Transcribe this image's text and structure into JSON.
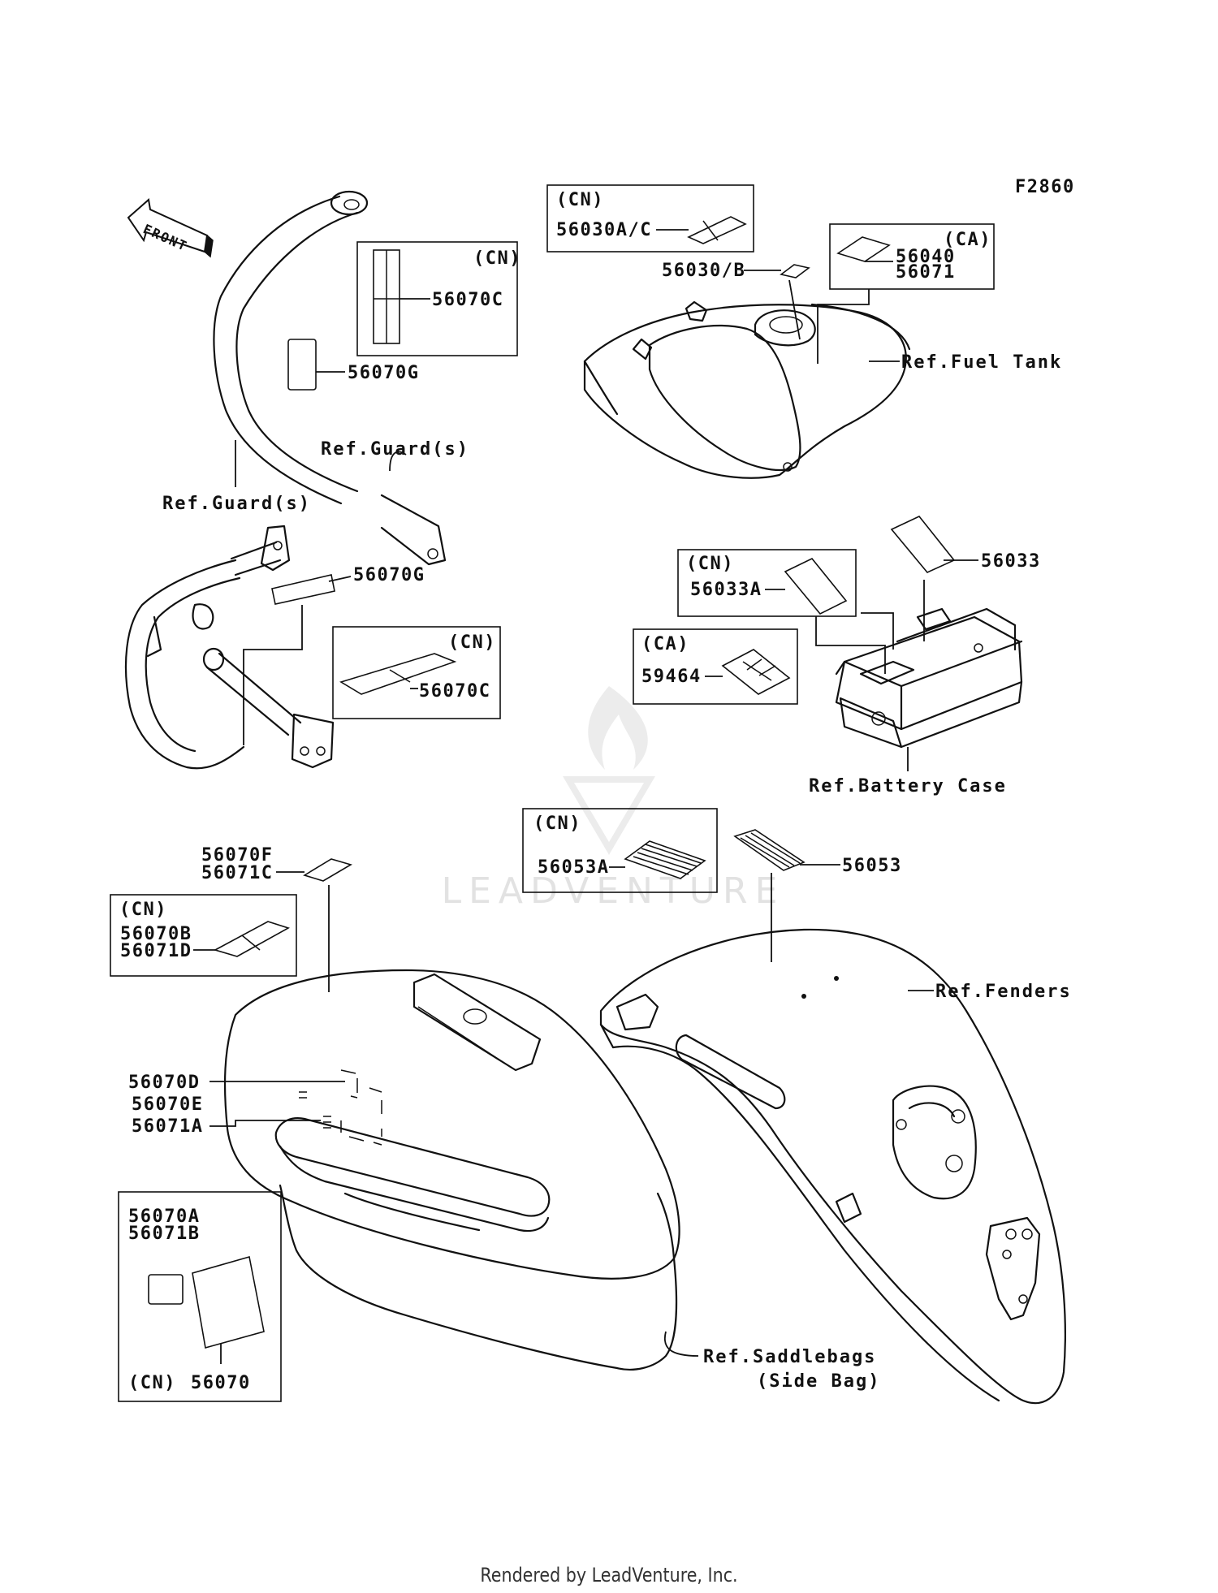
{
  "diagram_code": "F2860",
  "front_arrow_label": "FRONT",
  "watermark": "LEADVENTURE",
  "footer": "Rendered by LeadVenture, Inc.",
  "boxes": {
    "cn_56030": {
      "market": "(CN)",
      "part": "56030A/C"
    },
    "ca_56040": {
      "market": "(CA)",
      "parts": [
        "56040",
        "56071"
      ]
    },
    "cn_56070c_top": {
      "market": "(CN)",
      "part": "56070C"
    },
    "cn_56070c_mid": {
      "market": "(CN)",
      "part": "56070C"
    },
    "cn_56033a": {
      "market": "(CN)",
      "part": "56033A"
    },
    "ca_59464": {
      "market": "(CA)",
      "part": "59464"
    },
    "cn_56053a": {
      "market": "(CN)",
      "part": "56053A"
    },
    "cn_56070b": {
      "market": "(CN)",
      "parts": [
        "56070B",
        "56071D"
      ]
    },
    "cn_56070a": {
      "market": "(CN)",
      "parts": [
        "56070A",
        "56071B"
      ],
      "part_bottom": "56070"
    }
  },
  "labels": {
    "p56030b": "56030/B",
    "p56070g_top": "56070G",
    "p56070g_mid": "56070G",
    "p56033": "56033",
    "p56053": "56053",
    "p56070f": "56070F",
    "p56071c": "56071C",
    "p56070d": "56070D",
    "p56070e": "56070E",
    "p56071a": "56071A"
  },
  "refs": {
    "fuel_tank": "Ref.Fuel Tank",
    "guard_top": "Ref.Guard(s)",
    "guard_left": "Ref.Guard(s)",
    "battery_case": "Ref.Battery Case",
    "fenders": "Ref.Fenders",
    "saddlebags": "Ref.Saddlebags",
    "side_bag": "(Side Bag)"
  }
}
